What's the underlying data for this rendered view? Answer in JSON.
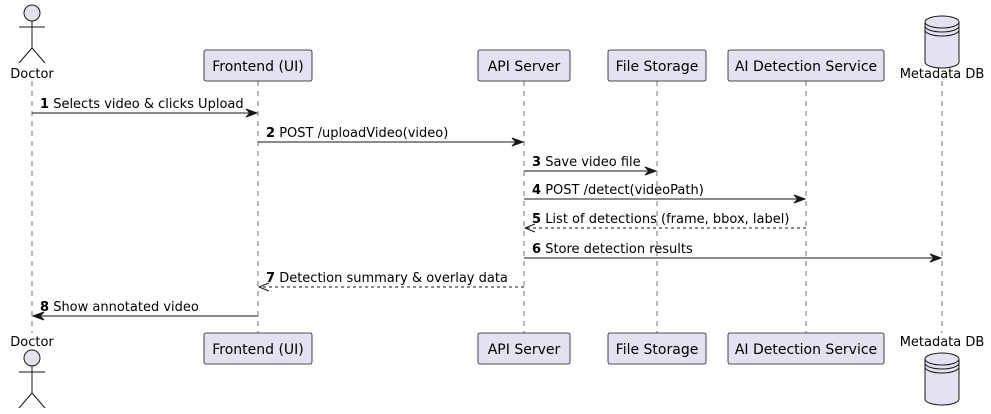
{
  "participants": [
    {
      "id": "doctor",
      "label": "Doctor",
      "kind": "actor"
    },
    {
      "id": "frontend",
      "label": "Frontend (UI)",
      "kind": "box"
    },
    {
      "id": "api",
      "label": "API Server",
      "kind": "box"
    },
    {
      "id": "storage",
      "label": "File Storage",
      "kind": "box"
    },
    {
      "id": "ai",
      "label": "AI Detection Service",
      "kind": "box"
    },
    {
      "id": "db",
      "label": "Metadata DB",
      "kind": "database"
    }
  ],
  "messages": [
    {
      "number": "1",
      "text": "Selects video & clicks Upload",
      "from": "doctor",
      "to": "frontend",
      "style": "solid"
    },
    {
      "number": "2",
      "text": "POST /uploadVideo(video)",
      "from": "frontend",
      "to": "api",
      "style": "solid"
    },
    {
      "number": "3",
      "text": "Save video file",
      "from": "api",
      "to": "storage",
      "style": "solid"
    },
    {
      "number": "4",
      "text": "POST /detect(videoPath)",
      "from": "api",
      "to": "ai",
      "style": "solid"
    },
    {
      "number": "5",
      "text": "List of detections (frame, bbox, label)",
      "from": "ai",
      "to": "api",
      "style": "dashed"
    },
    {
      "number": "6",
      "text": "Store detection results",
      "from": "api",
      "to": "db",
      "style": "solid"
    },
    {
      "number": "7",
      "text": "Detection summary & overlay data",
      "from": "api",
      "to": "frontend",
      "style": "dashed"
    },
    {
      "number": "8",
      "text": "Show annotated video",
      "from": "frontend",
      "to": "doctor",
      "style": "solid"
    }
  ],
  "colors": {
    "participant_fill": "#e2e2f0",
    "line": "#181818",
    "text": "#000000"
  }
}
